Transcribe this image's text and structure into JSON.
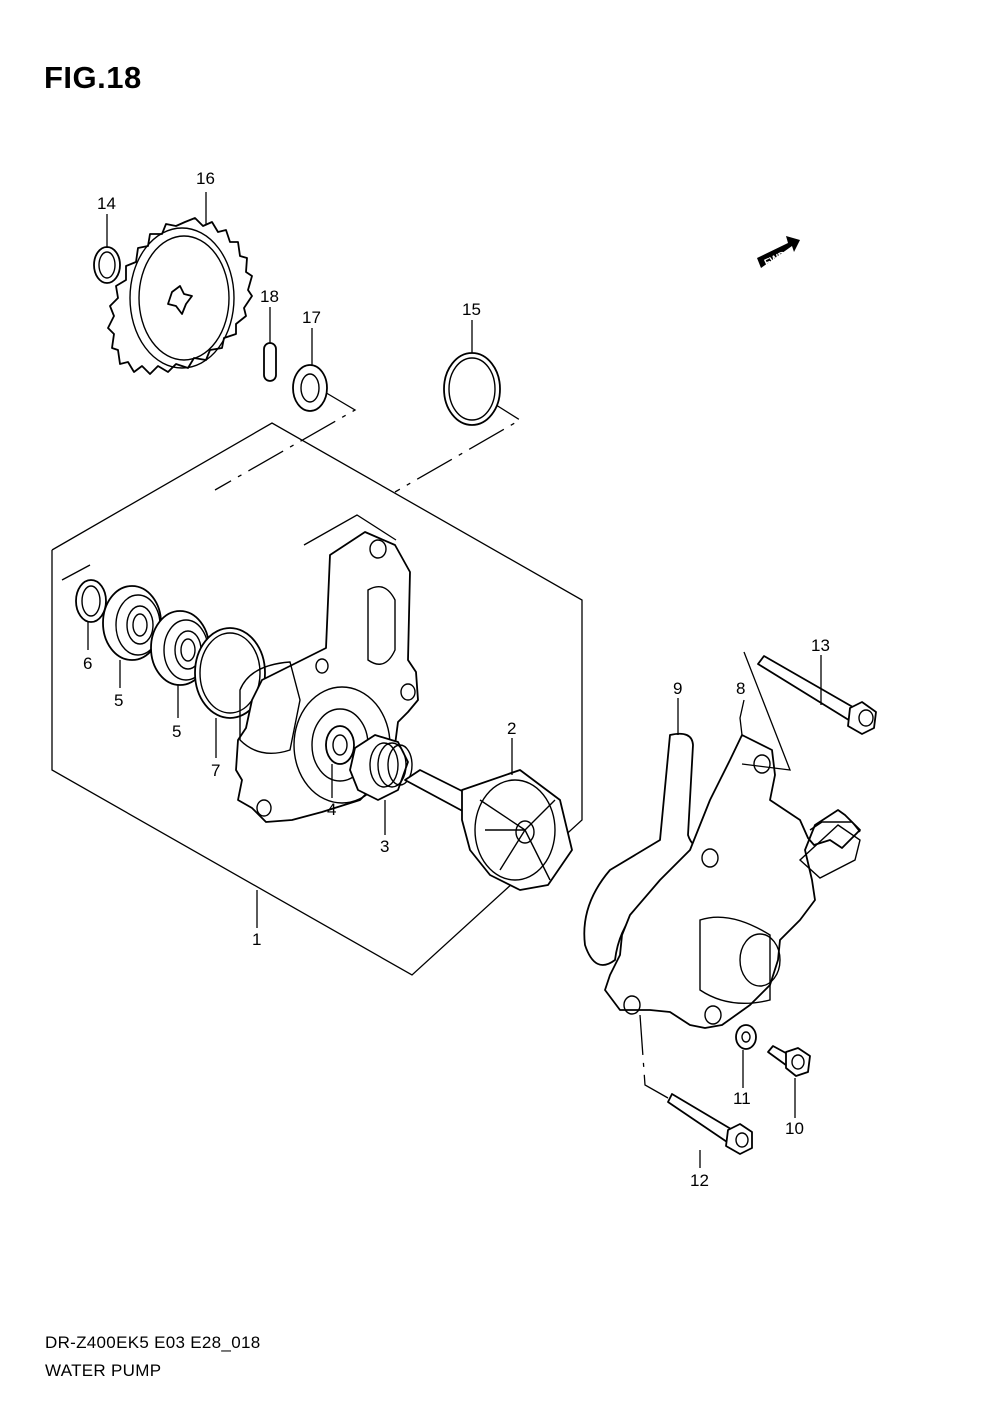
{
  "figure": {
    "title": "FIG.18"
  },
  "direction_marker": {
    "label": "FWD",
    "icon": "fwd-arrow-icon"
  },
  "callouts": [
    {
      "id": "c1",
      "label": "1"
    },
    {
      "id": "c2",
      "label": "2"
    },
    {
      "id": "c3",
      "label": "3"
    },
    {
      "id": "c4",
      "label": "4"
    },
    {
      "id": "c5a",
      "label": "5"
    },
    {
      "id": "c5b",
      "label": "5"
    },
    {
      "id": "c6",
      "label": "6"
    },
    {
      "id": "c7",
      "label": "7"
    },
    {
      "id": "c8",
      "label": "8"
    },
    {
      "id": "c9",
      "label": "9"
    },
    {
      "id": "c10",
      "label": "10"
    },
    {
      "id": "c11",
      "label": "11"
    },
    {
      "id": "c12",
      "label": "12"
    },
    {
      "id": "c13",
      "label": "13"
    },
    {
      "id": "c14",
      "label": "14"
    },
    {
      "id": "c15",
      "label": "15"
    },
    {
      "id": "c16",
      "label": "16"
    },
    {
      "id": "c17",
      "label": "17"
    },
    {
      "id": "c18",
      "label": "18"
    }
  ],
  "footer": {
    "code": "DR-Z400EK5 E03 E28_018",
    "name": "WATER PUMP"
  }
}
